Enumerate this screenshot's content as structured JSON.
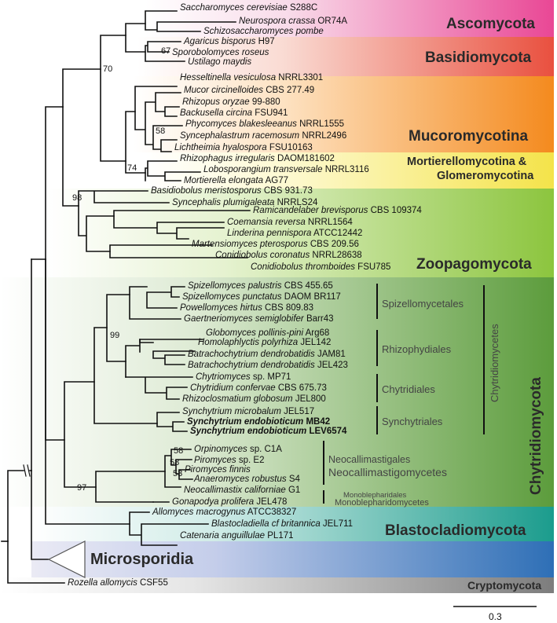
{
  "taxa": [
    {
      "id": "t1",
      "genus": "Saccharomyces cerevisiae",
      "suffix": "S288C"
    },
    {
      "id": "t2",
      "genus": "Neurospora crassa",
      "suffix": "OR74A"
    },
    {
      "id": "t3",
      "genus": "Schizosaccharomyces pombe",
      "suffix": ""
    },
    {
      "id": "t4",
      "genus": "Agaricus bisporus",
      "suffix": "H97"
    },
    {
      "id": "t5",
      "genus": "Sporobolomyces roseus",
      "suffix": ""
    },
    {
      "id": "t6",
      "genus": "Ustilago maydis",
      "suffix": ""
    },
    {
      "id": "t7",
      "genus": "Hesseltinella vesiculosa",
      "suffix": "NRRL3301"
    },
    {
      "id": "t8",
      "genus": "Mucor circinelloides",
      "suffix": "CBS 277.49"
    },
    {
      "id": "t9",
      "genus": "Rhizopus oryzae",
      "suffix": "99-880"
    },
    {
      "id": "t10",
      "genus": "Backusella circina",
      "suffix": "FSU941"
    },
    {
      "id": "t11",
      "genus": "Phycomyces blakesleeanus",
      "suffix": "NRRL1555"
    },
    {
      "id": "t12",
      "genus": "Syncephalastrum racemosum",
      "suffix": "NRRL2496"
    },
    {
      "id": "t13",
      "genus": "Lichtheimia hyalospora",
      "suffix": "FSU10163"
    },
    {
      "id": "t14",
      "genus": "Rhizophagus irregularis",
      "suffix": "DAOM181602"
    },
    {
      "id": "t15",
      "genus": "Lobosporangium transversale",
      "suffix": "NRRL3116"
    },
    {
      "id": "t16",
      "genus": "Mortierella elongata",
      "suffix": "AG77"
    },
    {
      "id": "t17",
      "genus": "Basidiobolus meristosporus",
      "suffix": "CBS 931.73"
    },
    {
      "id": "t18",
      "genus": "Syncephalis plumigaleata",
      "suffix": "NRRLS24"
    },
    {
      "id": "t19",
      "genus": "Ramicandelaber brevisporus",
      "suffix": "CBS 109374"
    },
    {
      "id": "t20",
      "genus": "Coemansia reversa",
      "suffix": "NRRL1564"
    },
    {
      "id": "t21",
      "genus": "Linderina pennispora",
      "suffix": "ATCC12442"
    },
    {
      "id": "t22",
      "genus": "Martensiomyces pterosporus",
      "suffix": "CBS 209.56"
    },
    {
      "id": "t23",
      "genus": "Conidiobolus coronatus",
      "suffix": "NRRL28638"
    },
    {
      "id": "t24",
      "genus": "Conidiobolus thromboides",
      "suffix": "FSU785"
    },
    {
      "id": "t25",
      "genus": "Spizellomyces palustris",
      "suffix": "CBS 455.65"
    },
    {
      "id": "t26",
      "genus": "Spizellomyces punctatus",
      "suffix": "DAOM BR117"
    },
    {
      "id": "t27",
      "genus": "Powellomyces hirtus",
      "suffix": "CBS 809.83"
    },
    {
      "id": "t28",
      "genus": "Gaertneriomyces semiglobifer",
      "suffix": "Barr43"
    },
    {
      "id": "t29",
      "genus": "Globomyces pollinis-pini",
      "suffix": "Arg68"
    },
    {
      "id": "t30",
      "genus": "Homolaphlyctis polyrhiza",
      "suffix": "JEL142"
    },
    {
      "id": "t31",
      "genus": "Batrachochytrium dendrobatidis",
      "suffix": "JAM81"
    },
    {
      "id": "t32",
      "genus": "Batrachochytrium dendrobatidis",
      "suffix": "JEL423"
    },
    {
      "id": "t33",
      "genus": "Chytriomyces",
      "suffix": "sp. MP71"
    },
    {
      "id": "t34",
      "genus": "Chytridium confervae",
      "suffix": "CBS 675.73"
    },
    {
      "id": "t35",
      "genus": "Rhizoclosmatium globosum",
      "suffix": "JEL800"
    },
    {
      "id": "t36",
      "genus": "Synchytrium microbalum",
      "suffix": "JEL517"
    },
    {
      "id": "t37",
      "genus": "Synchytrium endobioticum",
      "suffix": "MB42"
    },
    {
      "id": "t38",
      "genus": "Synchytrium endobioticum",
      "suffix": "LEV6574"
    },
    {
      "id": "t39",
      "genus": "Orpinomyces",
      "suffix": "sp. C1A"
    },
    {
      "id": "t40",
      "genus": "Piromyces",
      "suffix": "sp. E2"
    },
    {
      "id": "t41",
      "genus": "Piromyces finnis",
      "suffix": ""
    },
    {
      "id": "t42",
      "genus": "Anaeromyces robustus",
      "suffix": "S4"
    },
    {
      "id": "t43",
      "genus": "Neocallimastix californiae",
      "suffix": "G1"
    },
    {
      "id": "t44",
      "genus": "Gonapodya prolifera",
      "suffix": "JEL478"
    },
    {
      "id": "t45",
      "genus": "Allomyces macrogynus",
      "suffix": "ATCC38327"
    },
    {
      "id": "t46",
      "genus": "Blastocladiella cf britannica",
      "suffix": "JEL711"
    },
    {
      "id": "t47",
      "genus": "Catenaria anguillulae",
      "suffix": "PL171"
    },
    {
      "id": "t48",
      "genus": "Rozella allomycis",
      "suffix": "CSF55"
    }
  ],
  "groups": {
    "ascomycota": "Ascomycota",
    "basidiomycota": "Basidiomycota",
    "mucoromycotina": "Mucoromycotina",
    "mortierellomycotina_1": "Mortierellomycotina &",
    "mortierellomycotina_2": "Glomeromycotina",
    "zoopagomycota": "Zoopagomycota",
    "chytridiomycota": "Chytridiomycota",
    "blastocladiomycota": "Blastocladiomycota",
    "microsporidia": "Microsporidia",
    "cryptomycota": "Cryptomycota"
  },
  "orders": {
    "spizellomycetales": "Spizellomycetales",
    "rhizophydiales": "Rhizophydiales",
    "chytridiales": "Chytridiales",
    "synchytriales": "Synchytriales",
    "neocallimastigales": "Neocallimastigales",
    "neocallimastigomycetes": "Neocallimastigomycetes",
    "monoblepharidales": "Monoblepharidales",
    "monoblepharidomycetes": "Monoblepharidomycetes",
    "chytridiomycetes": "Chytridiomycetes"
  },
  "bootstrap": {
    "b70": "70",
    "b67": "67",
    "b58a": "58",
    "b74": "74",
    "b98": "98",
    "b99": "99",
    "b58b": "58",
    "b58c": "58",
    "b53": "53",
    "b97": "97"
  },
  "scale_bar": {
    "label": "0.3"
  },
  "colors": {
    "ascomycota": "#e8408f",
    "basidiomycota": "#ea5040",
    "mucoromycotina": "#f5891f",
    "mortierellomycotina": "#f4e04a",
    "zoopagomycota": "#8cc63f",
    "chytridiomycota": "#5a9a3a",
    "blastocladiomycota": "#1f9d8f",
    "microsporidia": "#2d6fb5",
    "cryptomycota": "#8a8a8a"
  }
}
